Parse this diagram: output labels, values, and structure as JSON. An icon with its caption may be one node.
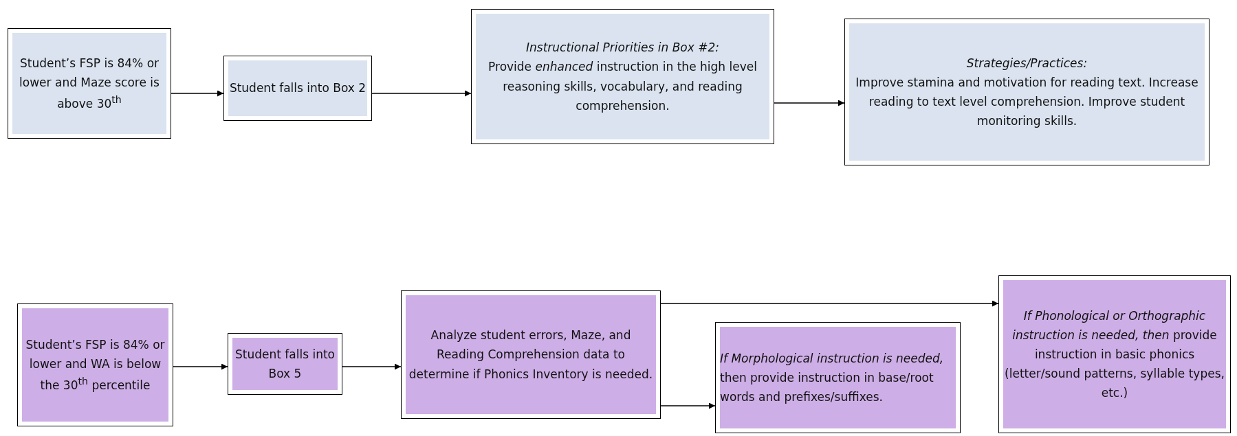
{
  "diagram": {
    "nodes": [
      {
        "text": [
          "Student’s FSP is 84% or lower and Maze score is above 30$^{th}$"
        ]
      },
      {
        "text": [
          "Student falls into Box 2"
        ]
      },
      {
        "text": [
          "Instructional Priorities in Box #2:",
          "Provide *enhanced* instruction in the high level reasoning skills, vocabulary, and reading comprehension."
        ]
      },
      {
        "text": [
          "Strategies/Practices:",
          "Improve stamina and motivation for reading text. Increase reading to text level comprehension. Improve student monitoring skills."
        ]
      },
      {
        "text": [
          "Student’s FSP is 84% or lower and WA is below the 30$^{th}$ percentile"
        ]
      },
      {
        "text": [
          "Student falls into Box 5"
        ]
      },
      {
        "text": [
          "Analyze student errors, Maze, and Reading Comprehension data to determine if Phonics Inventory is needed."
        ]
      },
      {
        "text": [
          "*If Morphological instruction is needed,* then provide instruction in base/root words and prefixes/suffixes."
        ]
      },
      {
        "text": [
          "*If Phonological or Orthographic instruction is needed, then* provide instruction in basic phonics (letter/sound patterns, syllable types, etc.)"
        ]
      }
    ],
    "edges": [
      {
        "from": 0,
        "to": 1,
        "arrow": "to"
      },
      {
        "from": 1,
        "to": 2,
        "arrow": "to"
      },
      {
        "from": 2,
        "to": 3,
        "arrow": "to"
      },
      {
        "from": 4,
        "to": 5,
        "arrow": "to"
      },
      {
        "from": 5,
        "to": 6,
        "arrow": "to"
      },
      {
        "from": 6,
        "to": 8,
        "arrow": "to"
      },
      {
        "from": 6,
        "to": 7,
        "arrow": "to"
      }
    ]
  }
}
